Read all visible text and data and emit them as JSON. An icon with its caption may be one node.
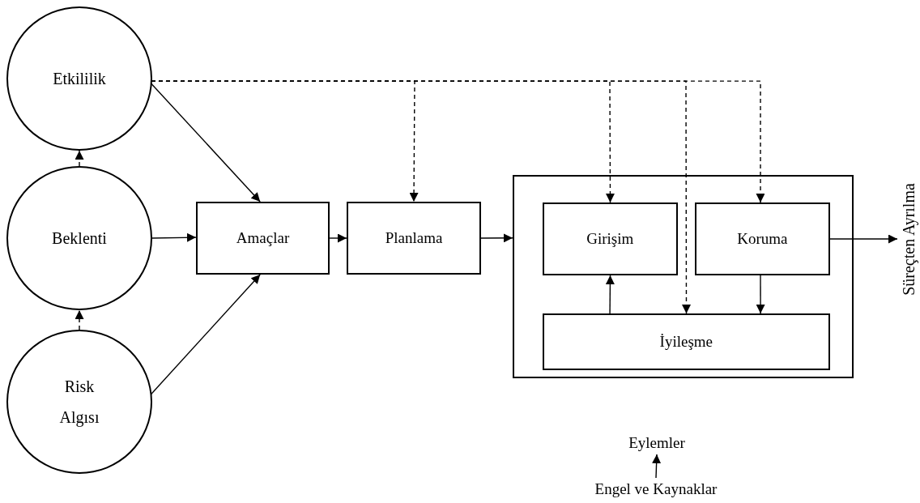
{
  "diagram": {
    "nodes": [
      {
        "text": [
          "Etkililik"
        ]
      },
      {
        "text": [
          "Beklenti"
        ]
      },
      {
        "text": [
          "Risk Algısı"
        ]
      },
      {
        "text": [
          "Amaçlar"
        ]
      },
      {
        "text": [
          "Planlama"
        ]
      },
      {
        "text": [],
        "shape": "box"
      },
      {
        "text": [
          "Girişim"
        ],
        "in": 5
      },
      {
        "text": [
          "Koruma"
        ],
        "in": 5
      },
      {
        "text": [
          "İyileşme"
        ],
        "in": 5
      },
      {
        "text": [
          "Süreçten Ayrılma"
        ]
      },
      {
        "text": [
          "Eylemler"
        ]
      },
      {
        "text": [
          "Engel ve Kaynaklar"
        ]
      }
    ],
    "edges": [
      {
        "from": 1,
        "to": 0,
        "arrow": "to",
        "style": "dashed"
      },
      {
        "from": 2,
        "to": 1,
        "arrow": "to",
        "style": "dashed"
      },
      {
        "from": 0,
        "to": 3,
        "arrow": "to"
      },
      {
        "from": 1,
        "to": 3,
        "arrow": "to"
      },
      {
        "from": 2,
        "to": 3,
        "arrow": "to"
      },
      {
        "from": 3,
        "to": 4,
        "arrow": "to"
      },
      {
        "from": 4,
        "to": 5,
        "arrow": "to"
      },
      {
        "from": 0,
        "to": 4,
        "arrow": "to",
        "style": "dashed"
      },
      {
        "from": 0,
        "to": 6,
        "arrow": "to",
        "style": "dashed"
      },
      {
        "from": 0,
        "to": 8,
        "arrow": "to",
        "style": "dashed"
      },
      {
        "from": 0,
        "to": 7,
        "arrow": "to",
        "style": "dashed"
      },
      {
        "from": 8,
        "to": 6,
        "arrow": "to"
      },
      {
        "from": 7,
        "to": 8,
        "arrow": "to"
      },
      {
        "from": 7,
        "to": 9,
        "arrow": "to"
      },
      {
        "from": 11,
        "to": 10,
        "arrow": "to"
      }
    ]
  }
}
